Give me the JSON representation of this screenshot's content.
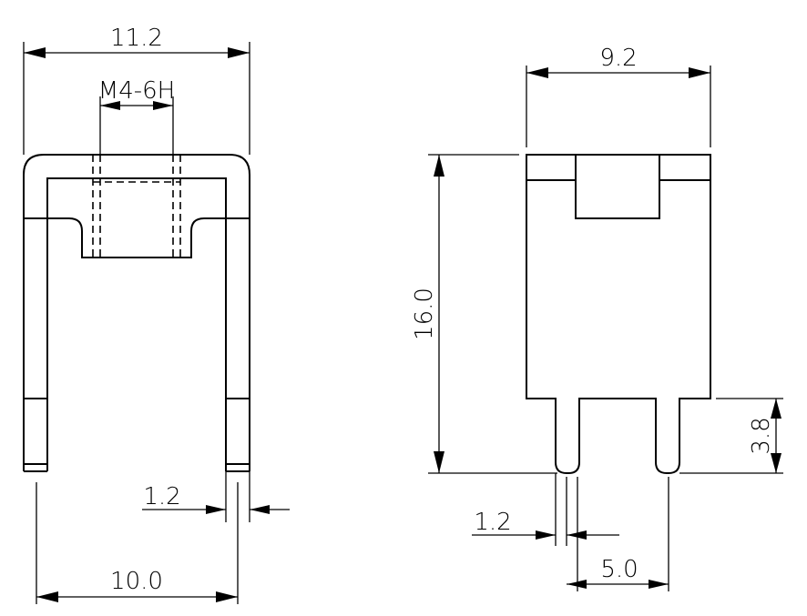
{
  "dimensions": {
    "front_width": "11.2",
    "thread_spec": "M4-6H",
    "lead_thickness": "1.2",
    "lead_spacing": "10.0",
    "side_width": "9.2",
    "height": "16.0",
    "pin_length": "3.8",
    "pin_thickness": "1.2",
    "pin_pitch": "5.0"
  }
}
